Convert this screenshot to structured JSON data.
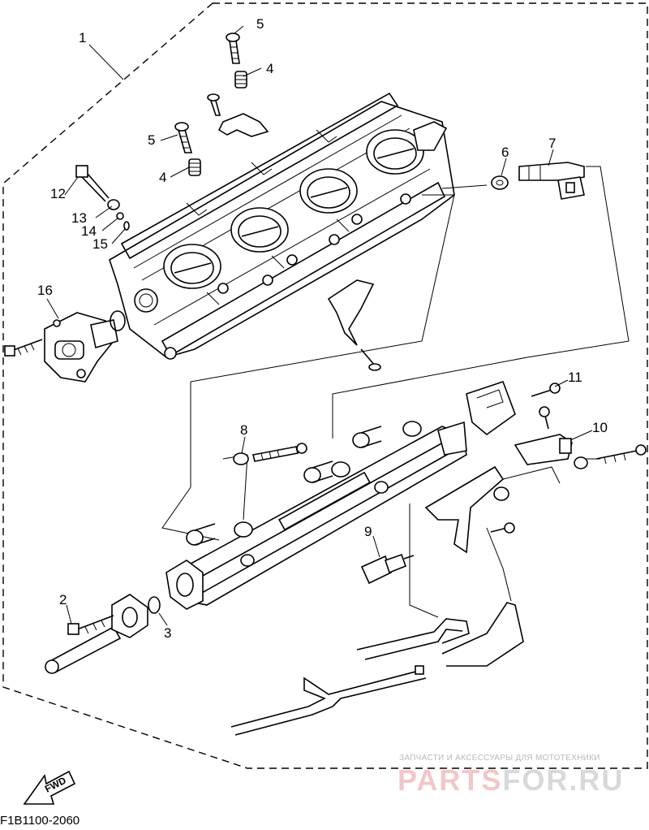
{
  "callouts": [
    {
      "id": "c1",
      "label": "1"
    },
    {
      "id": "c2",
      "label": "2"
    },
    {
      "id": "c3",
      "label": "3"
    },
    {
      "id": "c4a",
      "label": "4"
    },
    {
      "id": "c4b",
      "label": "4"
    },
    {
      "id": "c5a",
      "label": "5"
    },
    {
      "id": "c5b",
      "label": "5"
    },
    {
      "id": "c6",
      "label": "6"
    },
    {
      "id": "c7",
      "label": "7"
    },
    {
      "id": "c8",
      "label": "8"
    },
    {
      "id": "c9",
      "label": "9"
    },
    {
      "id": "c10",
      "label": "10"
    },
    {
      "id": "c11",
      "label": "11"
    },
    {
      "id": "c12",
      "label": "12"
    },
    {
      "id": "c13",
      "label": "13"
    },
    {
      "id": "c14",
      "label": "14"
    },
    {
      "id": "c15",
      "label": "15"
    },
    {
      "id": "c16",
      "label": "16"
    }
  ],
  "fwd_label": "FWD",
  "diagram_code": "F1B1100-2060",
  "watermark": {
    "tagline": "ЗАПЧАСТИ И АКСЕССУАРЫ ДЛЯ МОТОТЕХНИКИ",
    "brand_part1": "PARTS",
    "brand_part2": "FOR.RU"
  }
}
